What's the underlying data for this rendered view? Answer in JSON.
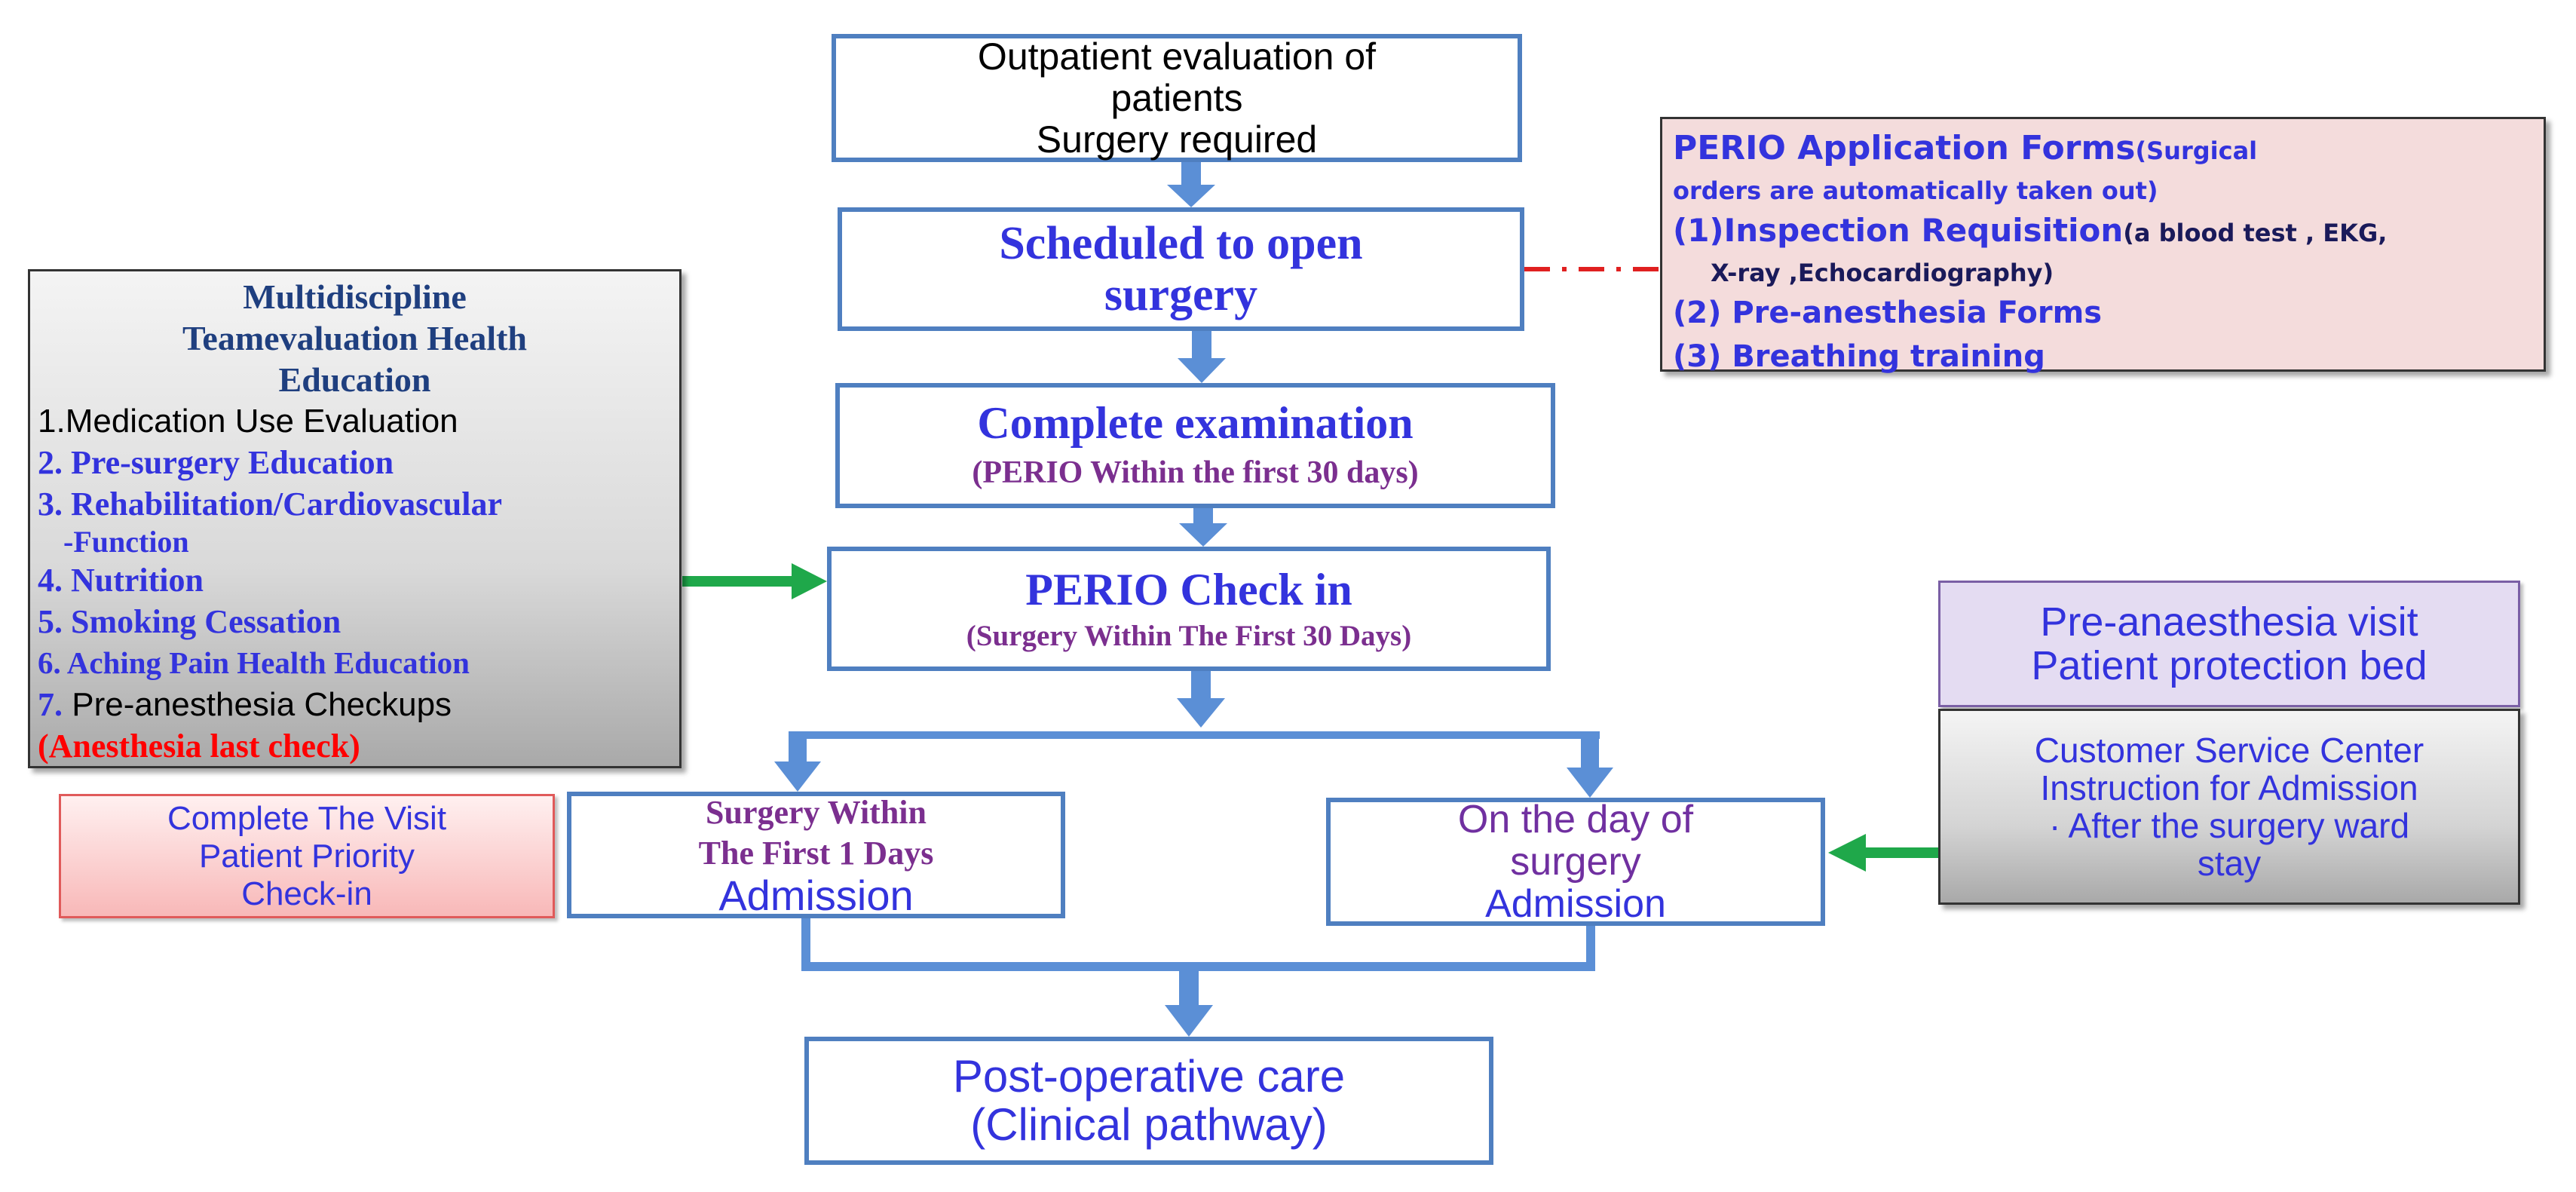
{
  "outpatient": {
    "line1": "Outpatient evaluation of",
    "line2": "patients",
    "line3": "Surgery required"
  },
  "scheduled": {
    "line1": "Scheduled to open",
    "line2": "surgery"
  },
  "complete_exam": {
    "line1": "Complete examination",
    "line2": "(PERIO Within the first 30 days)"
  },
  "checkin": {
    "line1": "PERIO Check in",
    "line2": "(Surgery  Within The First 30 Days)"
  },
  "first_day": {
    "line1": "Surgery  Within",
    "line2": "The First 1 Days",
    "line3": "Admission"
  },
  "day_of": {
    "line1": "On the day of",
    "line2": "surgery",
    "line3": "Admission"
  },
  "postop": {
    "line1": "Post-operative care",
    "line2": "(Clinical pathway)"
  },
  "multidiscipline": {
    "heading1": "Multidiscipline",
    "heading2": "Teamevaluation  Health",
    "heading3": "Education",
    "item1": "1.Medication Use Evaluation",
    "item2": "2. Pre-surgery  Education",
    "item3a": "3. Rehabilitation/Cardiovascular",
    "item3b": "-Function",
    "item4": "4. Nutrition",
    "item5": "5. Smoking  Cessation",
    "item6": "6. Aching Pain Health Education",
    "item7_num": "7.",
    "item7_text": " Pre-anesthesia Checkups",
    "item8": "(Anesthesia last check)"
  },
  "perio_forms": {
    "title": "PERIO Application Forms",
    "title_suffix": "(Surgical",
    "title_line2": "orders are automatically taken out)",
    "item1": "(1)Inspection Requisition",
    "item1_suffix": "(a blood test , EKG,",
    "item1_line2": "X-ray ,Echocardiography)",
    "item2": "(2) Pre-anesthesia Forms",
    "item3": "(3) Breathing training"
  },
  "pre_anaesthesia": {
    "line1": "Pre-anaesthesia visit",
    "line2": "Patient protection bed"
  },
  "customer_service": {
    "line1": "Customer Service Center",
    "line2": "Instruction for Admission",
    "line3": "· After the surgery ward",
    "line4": "stay"
  },
  "visit": {
    "line1": "Complete The Visit",
    "line2": "Patient Priority",
    "line3": "Check-in"
  },
  "colors": {
    "box_border": "#4f7fc0",
    "arrow_blue": "#5b8fd6",
    "arrow_green": "#1fa84a",
    "dash_red": "#e02020",
    "text_blue": "#3333dd",
    "text_purple": "#7b2f8f"
  }
}
